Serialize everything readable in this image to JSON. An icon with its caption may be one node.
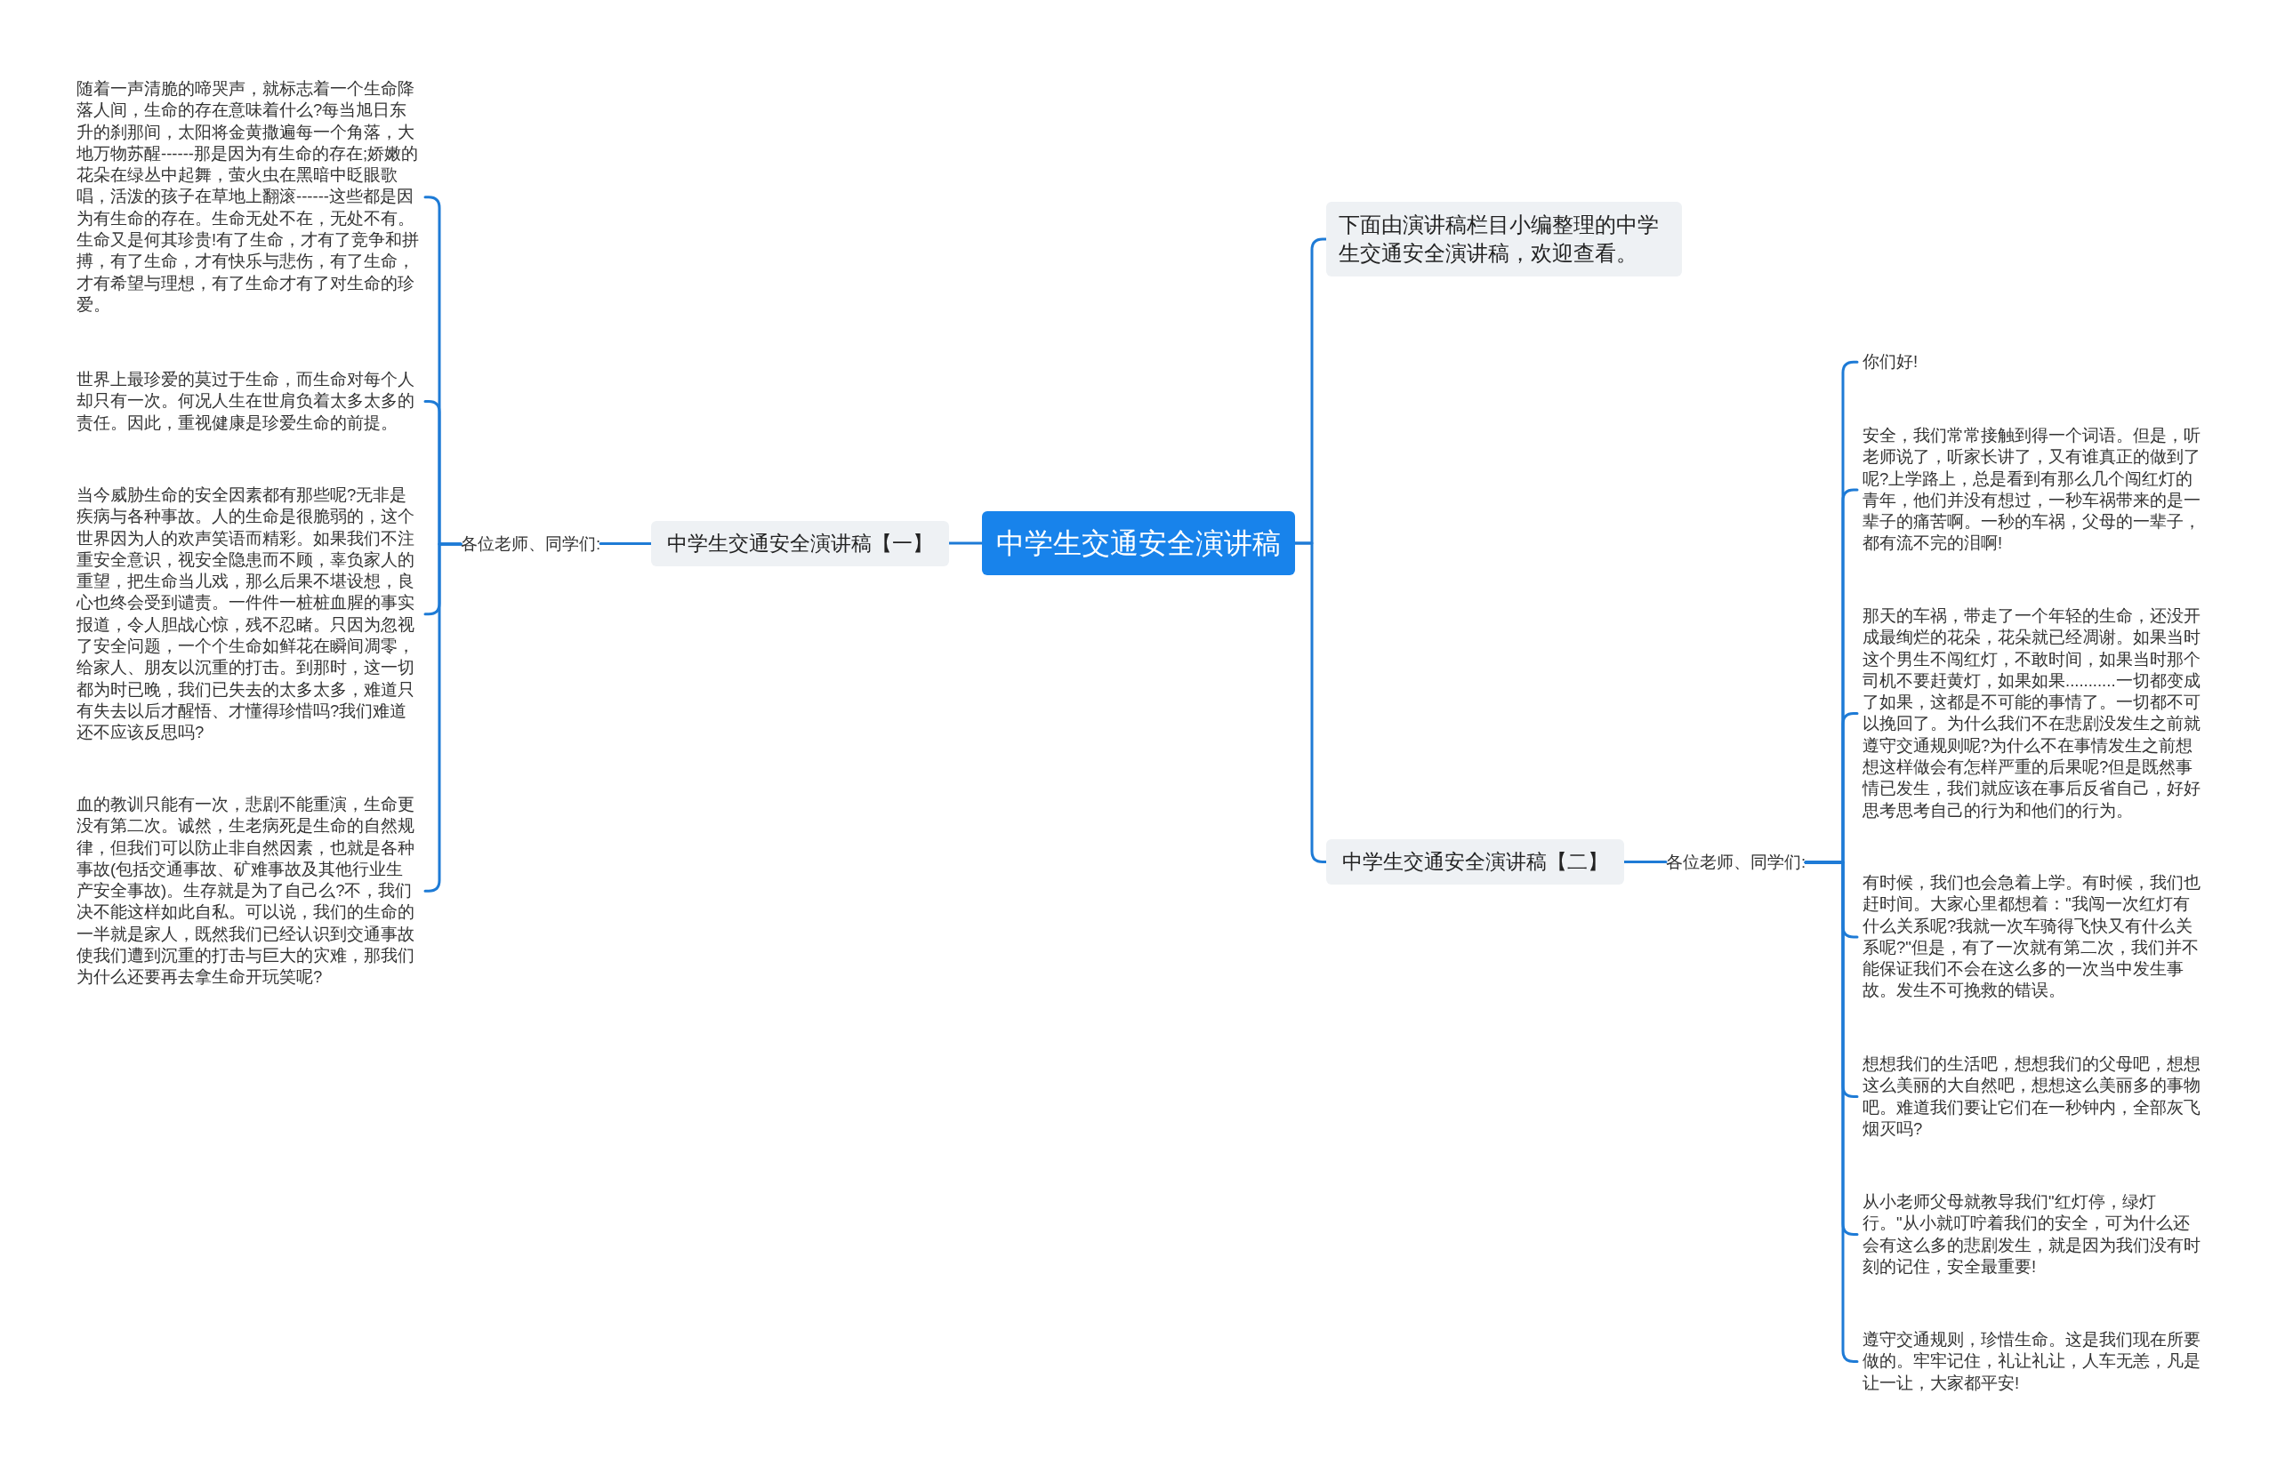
{
  "diagram": {
    "nodes": [
      {
        "text": [
          "中学生交通安全演讲稿"
        ]
      },
      {
        "text": [
          "下面由演讲稿栏目小编整理的中学生交通安全演讲稿，欢迎查看。"
        ]
      },
      {
        "text": [
          "中学生交通安全演讲稿【二】"
        ]
      },
      {
        "text": [
          "各位老师、同学们:"
        ]
      },
      {
        "text": [
          "你们好!"
        ]
      },
      {
        "text": [
          "安全，我们常常接触到得一个词语。但是，听老师说了，听家长讲了，又有谁真正的做到了呢?上学路上，总是看到有那么几个闯红灯的青年，他们并没有想过，一秒车祸带来的是一辈子的痛苦啊。一秒的车祸，父母的一辈子，都有流不完的泪啊!"
        ]
      },
      {
        "text": [
          "那天的车祸，带走了一个年轻的生命，还没开成最绚烂的花朵，花朵就已经凋谢。如果当时这个男生不闯红灯，不敢时间，如果当时那个司机不要赶黄灯，如果如果...........一切都变成了如果，这都是不可能的事情了。一切都不可以挽回了。为什么我们不在悲剧没发生之前就遵守交通规则呢?为什么不在事情发生之前想想这样做会有怎样严重的后果呢?但是既然事情已发生，我们就应该在事后反省自己，好好思考思考自己的行为和他们的行为。"
        ]
      },
      {
        "text": [
          "有时候，我们也会急着上学。有时候，我们也赶时间。大家心里都想着：\"我闯一次红灯有什么关系呢?我就一次车骑得飞快又有什么关系呢?\"但是，有了一次就有第二次，我们并不能保证我们不会在这么多的一次当中发生事故。发生不可挽救的错误。"
        ]
      },
      {
        "text": [
          "想想我们的生活吧，想想我们的父母吧，想想这么美丽的大自然吧，想想这么美丽多的事物吧。难道我们要让它们在一秒钟内，全部灰飞烟灭吗?"
        ]
      },
      {
        "text": [
          "从小老师父母就教导我们\"红灯停，绿灯行。\"从小就叮咛着我们的安全，可为什么还会有这么多的悲剧发生，就是因为我们没有时刻的记住，安全最重要!"
        ]
      },
      {
        "text": [
          "遵守交通规则，珍惜生命。这是我们现在所要做的。牢牢记住，礼让礼让，人车无恙，凡是让一让，大家都平安!"
        ]
      },
      {
        "text": [
          "中学生交通安全演讲稿【一】"
        ]
      },
      {
        "text": [
          "各位老师、同学们:"
        ]
      },
      {
        "text": [
          "随着一声清脆的啼哭声，就标志着一个生命降落人间，生命的存在意味着什么?每当旭日东升的刹那间，太阳将金黄撒遍每一个角落，大地万物苏醒------那是因为有生命的存在;娇嫩的花朵在绿丛中起舞，萤火虫在黑暗中眨眼歌唱，活泼的孩子在草地上翻滚------这些都是因为有生命的存在。生命无处不在，无处不有。生命又是何其珍贵!有了生命，才有了竞争和拼搏，有了生命，才有快乐与悲伤，有了生命，才有希望与理想，有了生命才有了对生命的珍爱。"
        ]
      },
      {
        "text": [
          "世界上最珍爱的莫过于生命，而生命对每个人却只有一次。何况人生在世肩负着太多太多的责任。因此，重视健康是珍爱生命的前提。"
        ]
      },
      {
        "text": [
          "当今威胁生命的安全因素都有那些呢?无非是疾病与各种事故。人的生命是很脆弱的，这个世界因为人的欢声笑语而精彩。如果我们不注重安全意识，视安全隐患而不顾，辜负家人的重望，把生命当儿戏，那么后果不堪设想，良心也终会受到谴责。一件件一桩桩血腥的事实报道，令人胆战心惊，残不忍睹。只因为忽视了安全问题，一个个生命如鲜花在瞬间凋零，给家人、朋友以沉重的打击。到那时，这一切都为时已晚，我们已失去的太多太多，难道只有失去以后才醒悟、才懂得珍惜吗?我们难道还不应该反思吗?"
        ]
      },
      {
        "text": [
          "血的教训只能有一次，悲剧不能重演，生命更没有第二次。诚然，生老病死是生命的自然规律，但我们可以防止非自然因素，也就是各种事故(包括交通事故、矿难事故及其他行业生产安全事故)。生存就是为了自己么?不，我们决不能这样如此自私。可以说，我们的生命的一半就是家人，既然我们已经认识到交通事故使我们遭到沉重的打击与巨大的灾难，那我们为什么还要再去拿生命开玩笑呢?"
        ]
      }
    ],
    "edges": [
      {
        "from": 0,
        "to": 1,
        "arrow": "none"
      },
      {
        "from": 0,
        "to": 2,
        "arrow": "none"
      },
      {
        "from": 2,
        "to": 3,
        "arrow": "none"
      },
      {
        "from": 3,
        "to": 4,
        "arrow": "none"
      },
      {
        "from": 3,
        "to": 5,
        "arrow": "none"
      },
      {
        "from": 3,
        "to": 6,
        "arrow": "none"
      },
      {
        "from": 3,
        "to": 7,
        "arrow": "none"
      },
      {
        "from": 3,
        "to": 8,
        "arrow": "none"
      },
      {
        "from": 3,
        "to": 9,
        "arrow": "none"
      },
      {
        "from": 3,
        "to": 10,
        "arrow": "none"
      },
      {
        "from": 0,
        "to": 11,
        "arrow": "none"
      },
      {
        "from": 11,
        "to": 12,
        "arrow": "none"
      },
      {
        "from": 12,
        "to": 13,
        "arrow": "none"
      },
      {
        "from": 12,
        "to": 14,
        "arrow": "none"
      },
      {
        "from": 12,
        "to": 15,
        "arrow": "none"
      },
      {
        "from": 12,
        "to": 16,
        "arrow": "none"
      }
    ]
  }
}
